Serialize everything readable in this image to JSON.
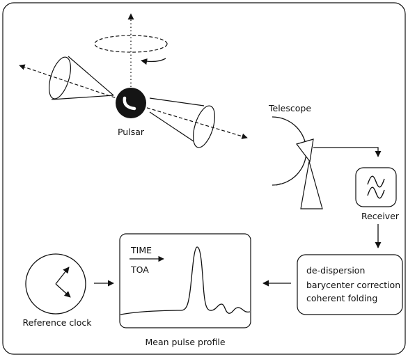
{
  "labels": {
    "pulsar": "Pulsar",
    "telescope": "Telescope",
    "receiver": "Receiver",
    "reference_clock": "Reference clock",
    "mean_pulse_profile": "Mean pulse profile",
    "time": "TIME",
    "toa": "TOA"
  },
  "processing_steps": [
    "de-dispersion",
    "barycenter correction",
    "coherent folding"
  ],
  "icons": {
    "pulsar": "pulsar-star-icon",
    "receiver": "sine-wave-icon",
    "clock": "clock-face-icon"
  },
  "colors": {
    "stroke": "#111111",
    "pulsar_fill": "#151515"
  }
}
